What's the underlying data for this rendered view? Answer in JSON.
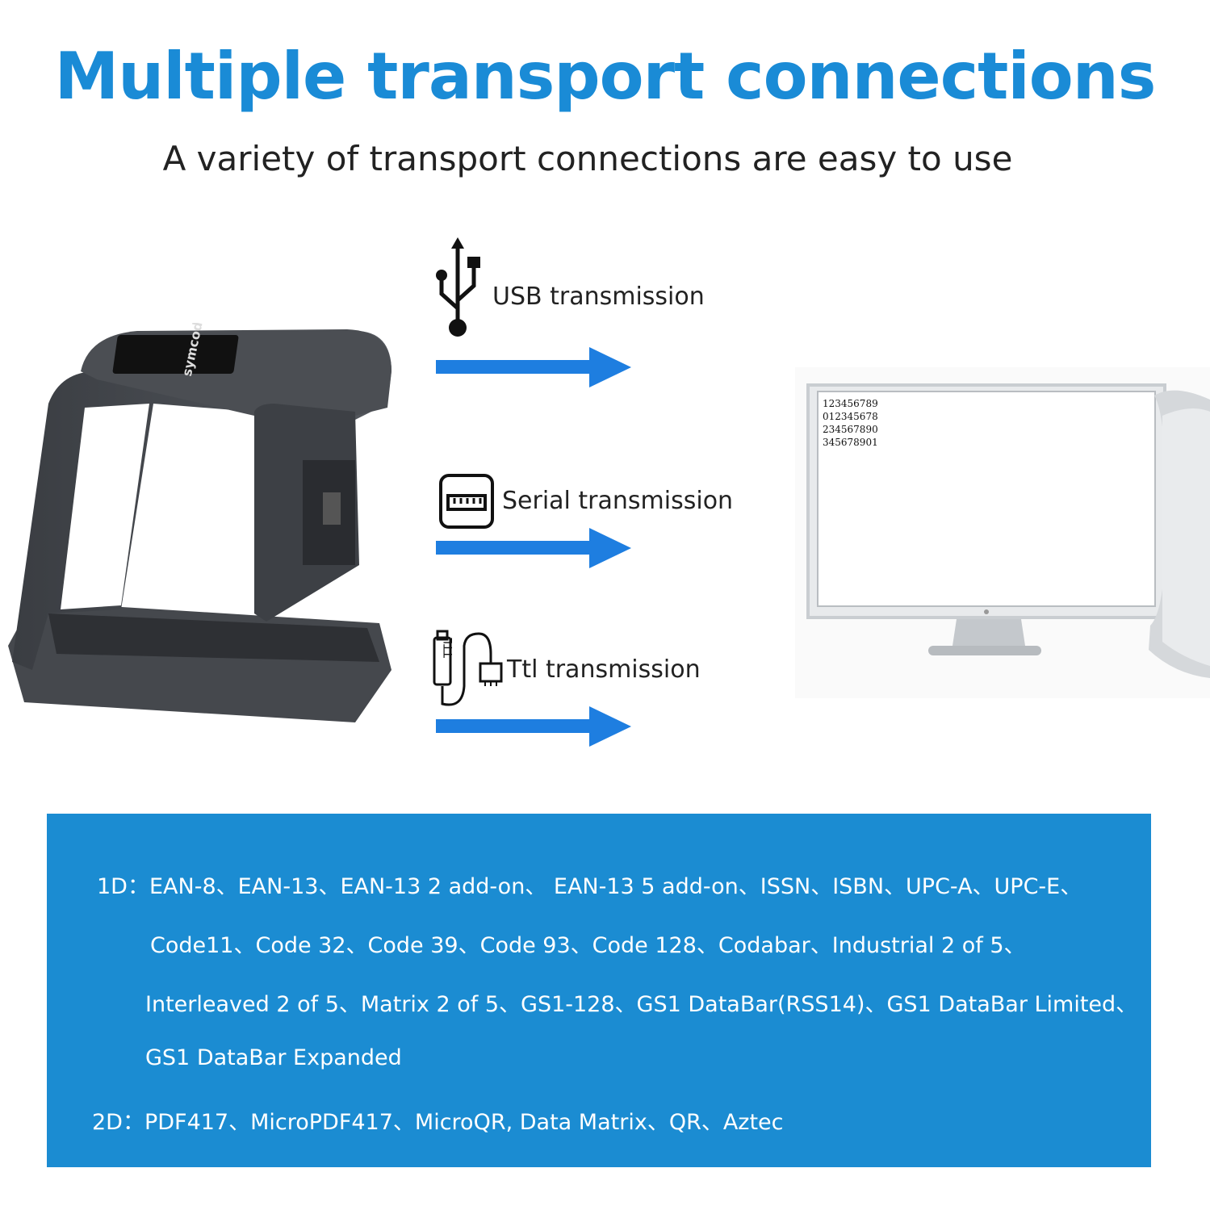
{
  "header": {
    "title": "Multiple transport connections",
    "subtitle": "A variety of transport connections are easy to use"
  },
  "connections": [
    {
      "label": "USB transmission",
      "icon": "usb-icon"
    },
    {
      "label": "Serial transmission",
      "icon": "serial-port-icon"
    },
    {
      "label": "Ttl transmission",
      "icon": "ttl-cable-icon"
    }
  ],
  "scanner": {
    "brand": "symcode"
  },
  "monitor": {
    "lines": [
      "123456789",
      "012345678",
      "234567890",
      "345678901"
    ]
  },
  "codes": {
    "line1": "1D：EAN-8、EAN-13、EAN-13 2 add-on、 EAN-13 5 add-on、ISSN、ISBN、UPC-A、UPC-E、",
    "line2": "Code11、Code 32、Code 39、Code 93、Code 128、Codabar、Industrial 2 of 5、",
    "line3": "Interleaved 2 of 5、Matrix 2 of 5、GS1-128、GS1 DataBar(RSS14)、GS1 DataBar Limited、",
    "line4": "GS1 DataBar Expanded",
    "line5": "2D：PDF417、MicroPDF417、MicroQR, Data Matrix、QR、Aztec"
  },
  "colors": {
    "accent": "#1a8bd6",
    "panel": "#1b8cd2",
    "arrow": "#1e7ee0"
  }
}
